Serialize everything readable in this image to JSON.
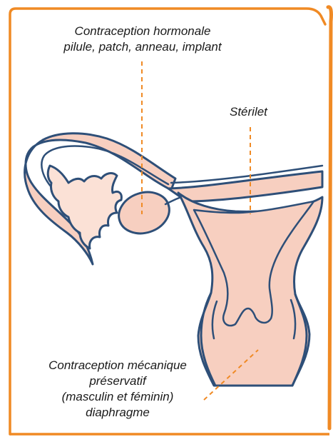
{
  "diagram": {
    "labels": {
      "hormonal": {
        "line1": "Contraception hormonale",
        "line2": "pilule, patch, anneau, implant"
      },
      "iud": {
        "text": "Stérilet"
      },
      "mechanical": {
        "line1": "Contraception mécanique",
        "line2": "préservatif",
        "line3": "(masculin et féminin)",
        "line4": "diaphragme"
      }
    },
    "colors": {
      "frame": "#f08a24",
      "leader_line": "#f08a24",
      "outline": "#2e4f78",
      "tissue_fill": "#f7cfc0",
      "tissue_fill_light": "#fbe1d6"
    }
  }
}
